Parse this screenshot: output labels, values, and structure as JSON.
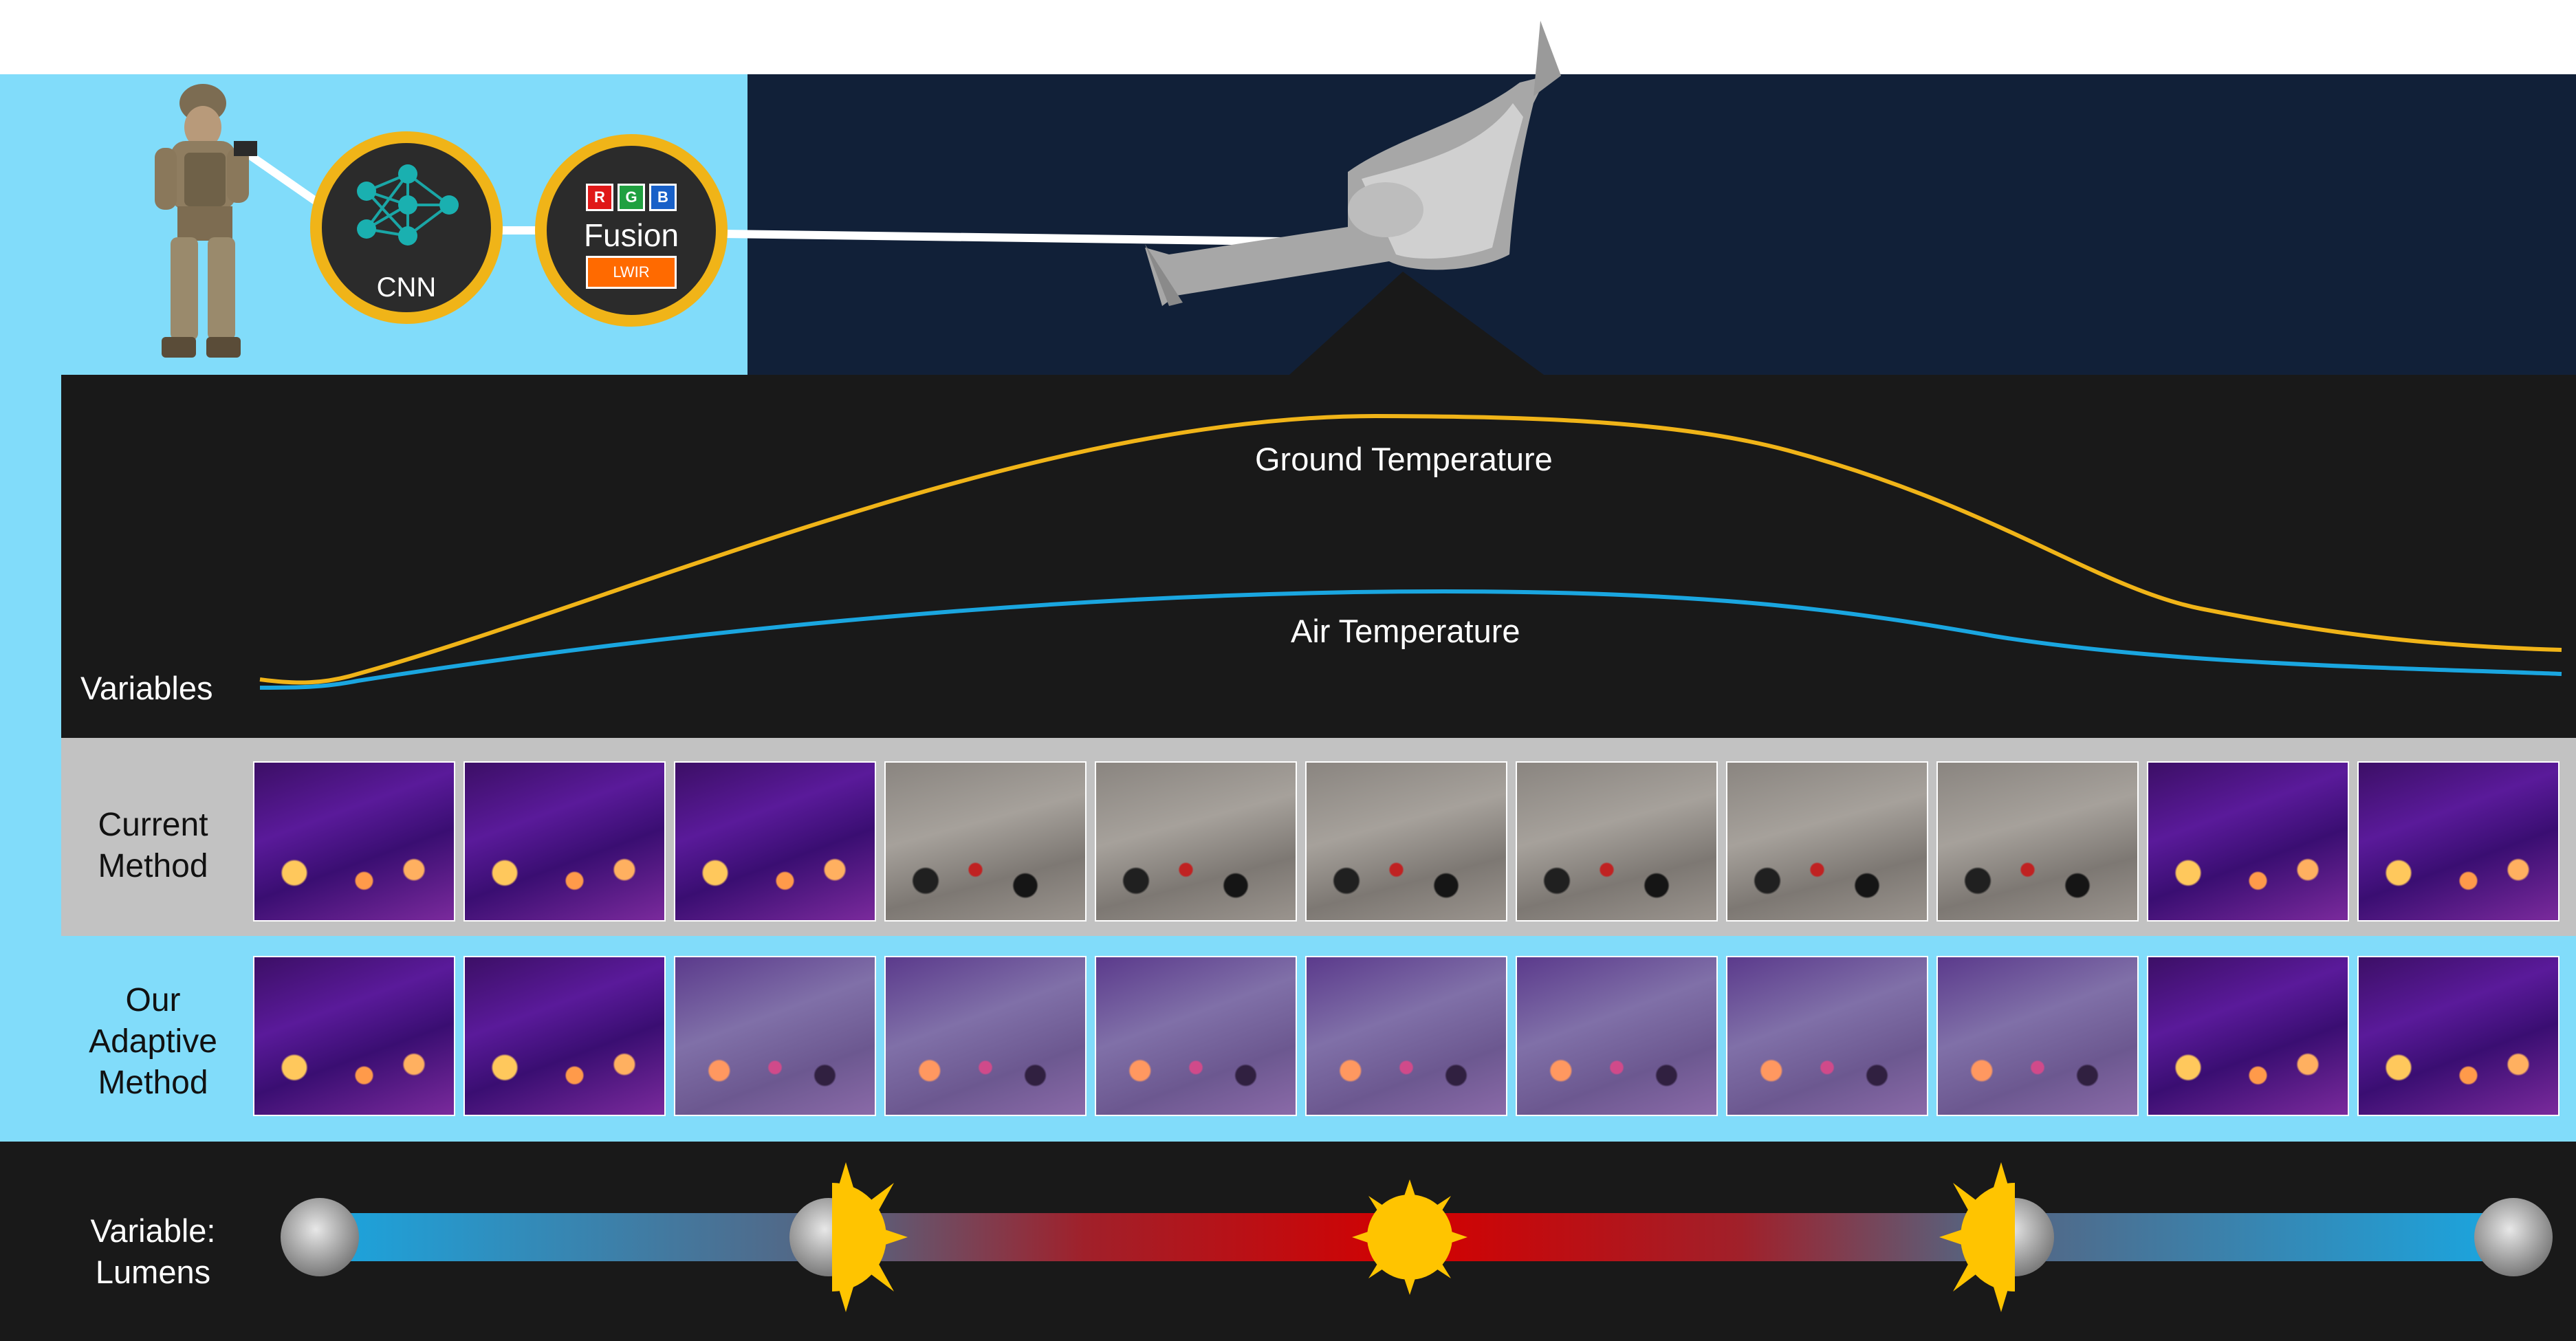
{
  "nodes": {
    "cnn_label": "CNN",
    "fusion_label": "Fusion",
    "rgb_letters": [
      "R",
      "G",
      "B"
    ],
    "lwir_label": "LWIR"
  },
  "variables_panel": {
    "row_label": "Variables",
    "ground_label": "Ground Temperature",
    "air_label": "Air Temperature",
    "ground_color": "#f0b418",
    "air_color": "#1aa6e0"
  },
  "rows": {
    "current_label": "Current Method",
    "current_tiles": [
      "thermal",
      "thermal",
      "thermal",
      "rgb",
      "rgb",
      "rgb",
      "rgb",
      "rgb",
      "rgb",
      "thermal",
      "thermal"
    ],
    "ours_label": "Our Adaptive Method",
    "ours_tiles": [
      "thermal",
      "thermal",
      "fused",
      "fused",
      "fused",
      "fused",
      "fused",
      "fused",
      "fused",
      "thermal",
      "thermal"
    ]
  },
  "lumens": {
    "label": "Variable: Lumens",
    "icons": [
      "moon",
      "half-moon-sun",
      "sun",
      "half-moon-sun",
      "moon"
    ]
  }
}
